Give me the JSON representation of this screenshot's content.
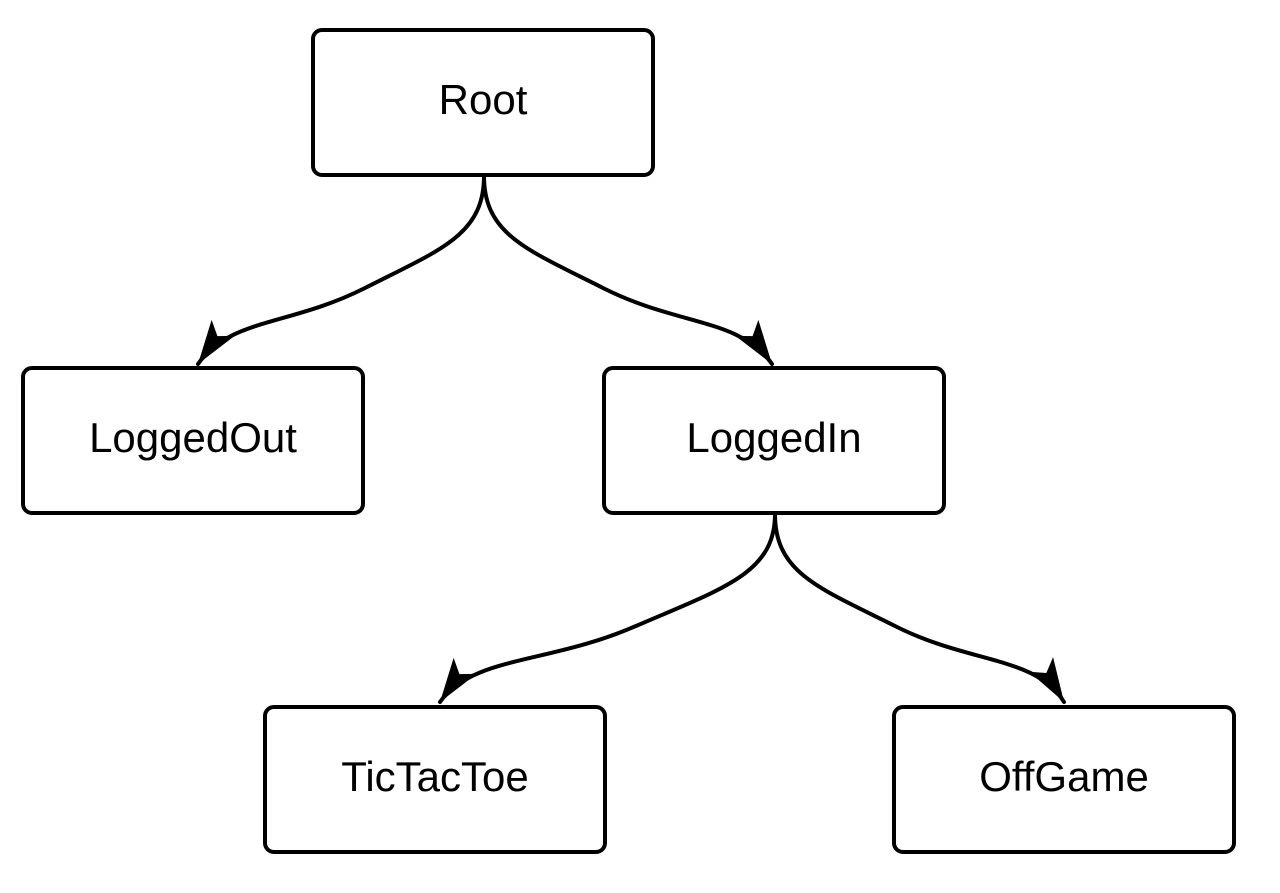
{
  "diagram": {
    "type": "tree",
    "background_color": "#ffffff",
    "node_fill_color": "#ffffff",
    "node_border_color": "#000000",
    "edge_color": "#000000",
    "text_color": "#000000",
    "nodes": [
      {
        "id": "root",
        "label": "Root"
      },
      {
        "id": "loggedout",
        "label": "LoggedOut"
      },
      {
        "id": "loggedin",
        "label": "LoggedIn"
      },
      {
        "id": "tictactoe",
        "label": "TicTacToe"
      },
      {
        "id": "offgame",
        "label": "OffGame"
      }
    ],
    "edges": [
      {
        "from": "Root",
        "to": "LoggedOut",
        "arrow": "filled-triangle"
      },
      {
        "from": "Root",
        "to": "LoggedIn",
        "arrow": "filled-triangle"
      },
      {
        "from": "LoggedIn",
        "to": "TicTacToe",
        "arrow": "filled-triangle"
      },
      {
        "from": "LoggedIn",
        "to": "OffGame",
        "arrow": "filled-triangle"
      }
    ]
  }
}
